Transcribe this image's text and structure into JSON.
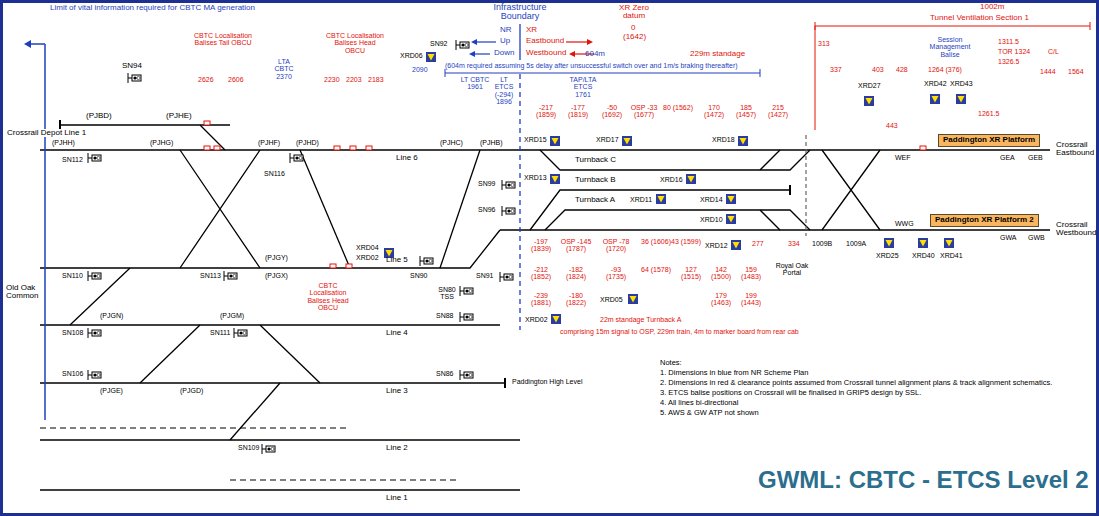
{
  "diagram": {
    "title": "GWML: CBTC - ETCS Level 2",
    "nodes": [
      {
        "text": [
          "Paddington XR Platform"
        ]
      },
      {
        "text": [
          "Paddington XR Platform 2"
        ]
      }
    ],
    "labels": [
      "Limit of vital information required for CBTC MA generation",
      "Infrastructure Boundary",
      "NR",
      "XR",
      "Up",
      "Down",
      "Eastbound",
      "Westbound",
      "XR Zero datum",
      "0",
      "(1642)",
      "1002m",
      "Tunnel Ventilation Section 1",
      "604m",
      "(604m required assuming 5s delay after unsuccessful switch over and 1m/s braking thereafter)",
      "229m standage",
      "SN94",
      "(PJBD)",
      "(PJHE)",
      "Crossrail Depot Line 1",
      "CBTC Localisation Balises Tail OBCU",
      "2626",
      "2606",
      "LTA CBTC 2370",
      "CBTC Localisation Balises Head OBCU",
      "2230",
      "2203",
      "2183",
      "XRD06",
      "SN92",
      "2090",
      "LT CBTC 1961",
      "LT ETCS (-294) 1896",
      "TAP/LTA ETCS 1761",
      "-217 (1859)",
      "-177 (1819)",
      "-50 (1692)",
      "OSP -33 (1677)",
      "80 (1562)",
      "170 (1472)",
      "185 (1457)",
      "215 (1427)",
      "XRD17",
      "XRD18",
      "XRD15",
      "Turnback C",
      "XRD13",
      "Turnback B",
      "XRD16",
      "XRD11",
      "Turnback A",
      "XRD14",
      "XRD10",
      "SN99",
      "SN96",
      "SN91",
      "XRD04",
      "XRD02",
      "SN112",
      "SN116",
      "(PJHH)",
      "(PJHG)",
      "(PJHF)",
      "(PJHD)",
      "(PJHC)",
      "(PJHB)",
      "Line 6",
      "SN110",
      "SN113",
      "(PJGY)",
      "(PJGX)",
      "CBTC Localisation Balises Head OBCU",
      "Line 5",
      "SN90",
      "SN80 TSS",
      "SN88",
      "Line 4",
      "SN108",
      "(PJGN)",
      "(PJGM)",
      "SN111",
      "SN106",
      "(PJGE)",
      "(PJGD)",
      "SN86",
      "Line 3",
      "Paddington High Level",
      "SN109",
      "Line 2",
      "Line 1",
      "Old Oak Common",
      "-197 (1839)",
      "OSP -145 (1787)",
      "OSP -78 (1720)",
      "36 (1606)",
      "43 (1599)",
      "-212 (1852)",
      "-182 (1824)",
      "-93 (1735)",
      "64 (1578)",
      "127 (1515)",
      "142 (1500)",
      "159 (1483)",
      "-239 (1881)",
      "-180 (1822)",
      "XRD05",
      "179 (1463)",
      "199 (1443)",
      "XRD02",
      "22m standage Turnback A",
      "comprising 15m signal to OSP, 229m train, 4m to marker board from rear cab",
      "XRD12",
      "277",
      "334",
      "Royal Oak Portal",
      "1009B",
      "1009A",
      "XRD25",
      "XRD40",
      "XRD41",
      "GWA",
      "GWB",
      "WWG",
      "WEF",
      "GEA",
      "GEB",
      "Crossrail Eastbound",
      "Crossrail Westbound",
      "313",
      "337",
      "403",
      "428",
      "443",
      "XRD27",
      "Session Management Balise",
      "1264 (376)",
      "XRD42",
      "XRD43",
      "1261.5",
      "1311.5",
      "TOR 1324",
      "1326.5",
      "C/L",
      "1444",
      "1564",
      "Notes:",
      "1. Dimensions in blue from NR Scheme Plan",
      "2. Dimensions in red & clearance points assumed from Crossrail tunnel alignment plans & track alignment schematics.",
      "3. ETCS balise positions on Crossrail will be finalised in GRIP5 design by SSL.",
      "4. All lines bi-directional",
      "5. AWS & GW ATP not shown"
    ]
  }
}
